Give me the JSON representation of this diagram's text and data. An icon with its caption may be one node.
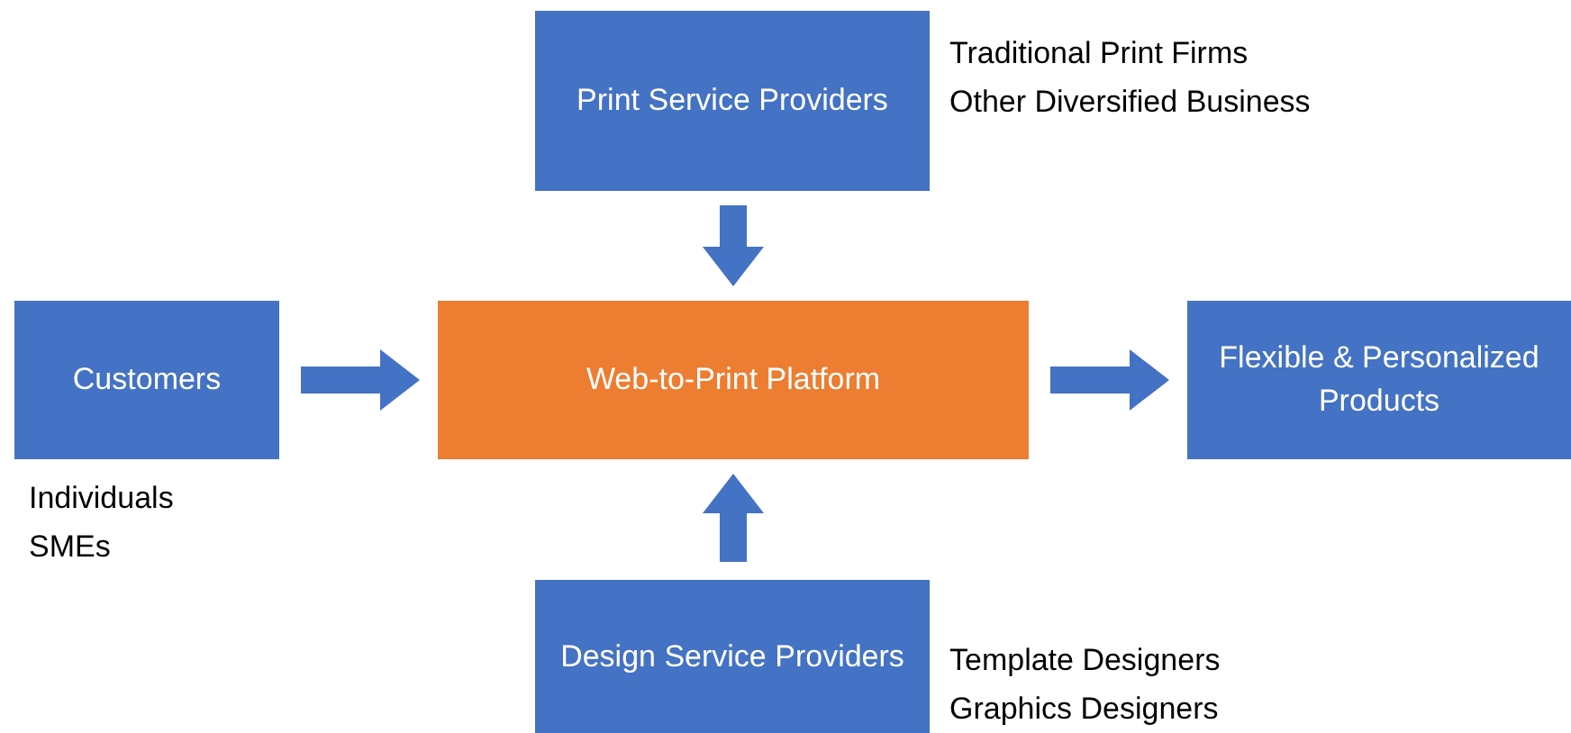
{
  "diagram": {
    "nodes": [
      {
        "text": [
          "Print Service Providers"
        ],
        "beside": [
          "Traditional Print Firms",
          "Other Diversified Business"
        ]
      },
      {
        "text": [
          "Customers"
        ],
        "beside": [
          "Individuals",
          "SMEs"
        ]
      },
      {
        "text": [
          "Web-to-Print Platform"
        ]
      },
      {
        "text": [
          "Flexible & Personalized Products"
        ]
      },
      {
        "text": [
          "Design Service Providers"
        ],
        "beside": [
          "Template Designers",
          "Graphics Designers"
        ]
      }
    ],
    "edges": [
      {
        "from": 0,
        "to": 2,
        "arrow": "to"
      },
      {
        "from": 1,
        "to": 2,
        "arrow": "to"
      },
      {
        "from": 2,
        "to": 3,
        "arrow": "to"
      },
      {
        "from": 4,
        "to": 2,
        "arrow": "to"
      }
    ]
  }
}
